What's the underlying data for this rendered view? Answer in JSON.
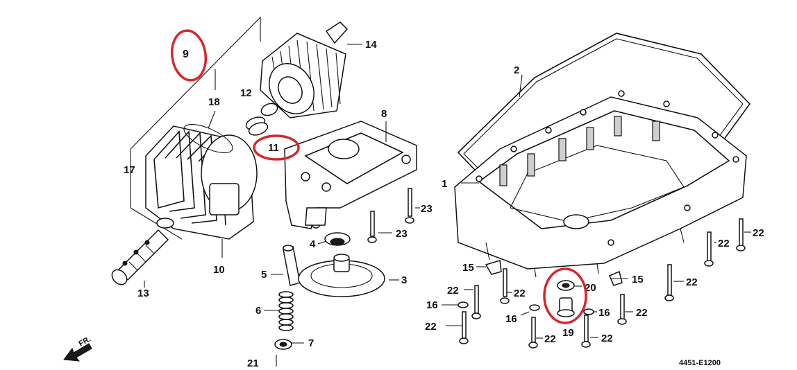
{
  "diagram_code": "4451-E1200",
  "direction_label": "FR.",
  "highlight_color": "#d8262b",
  "callouts": {
    "c1": "1",
    "c2": "2",
    "c3": "3",
    "c4": "4",
    "c5": "5",
    "c6": "6",
    "c7": "7",
    "c8": "8",
    "c9": "9",
    "c10": "10",
    "c11": "11",
    "c12": "12",
    "c13": "13",
    "c14": "14",
    "c15a": "15",
    "c15b": "15",
    "c16a": "16",
    "c16b": "16",
    "c16c": "16",
    "c17": "17",
    "c18": "18",
    "c19": "19",
    "c20": "20",
    "c21": "21",
    "c22a": "22",
    "c22b": "22",
    "c22c": "22",
    "c22d": "22",
    "c22e": "22",
    "c22f": "22",
    "c22g": "22",
    "c22h": "22",
    "c22i": "22",
    "c23a": "23",
    "c23b": "23"
  }
}
